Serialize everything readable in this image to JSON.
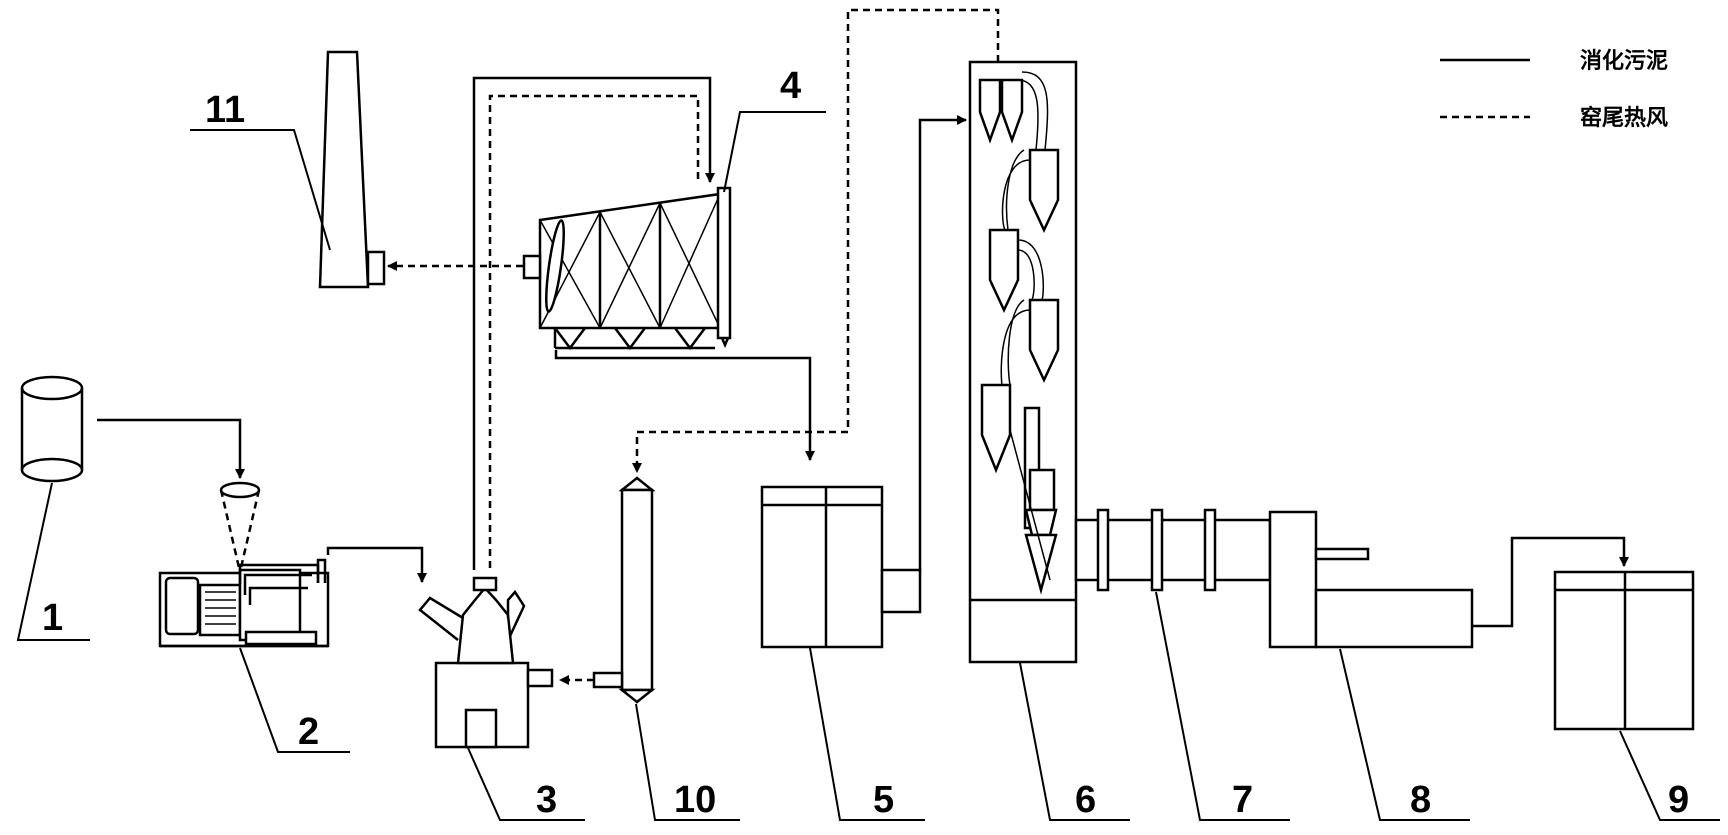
{
  "legend": {
    "sludge_label": "消化污泥",
    "hot_air_label": "窑尾热风"
  },
  "labels": {
    "n1": "1",
    "n2": "2",
    "n3": "3",
    "n4": "4",
    "n5": "5",
    "n6": "6",
    "n7": "7",
    "n8": "8",
    "n9": "9",
    "n10": "10",
    "n11": "11"
  }
}
